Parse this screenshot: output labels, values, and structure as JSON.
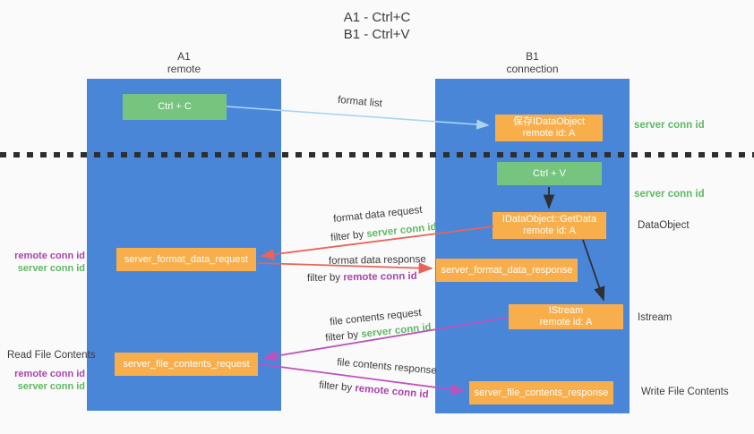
{
  "title": {
    "line1": "A1 - Ctrl+C",
    "line2": "B1 - Ctrl+V"
  },
  "colors": {
    "column_blue": "#4a86d8",
    "box_green": "#76c47e",
    "box_orange": "#f9ae4c",
    "arrow_red": "#e8635a",
    "arrow_magenta": "#bb53bd",
    "arrow_lightblue": "#a9d4f0",
    "arrow_black": "#2f2f2f",
    "text_green": "#5fb863",
    "text_purple": "#a944ad"
  },
  "left_column": {
    "title": "A1",
    "subtitle": "remote"
  },
  "right_column": {
    "title": "B1",
    "subtitle": "connection"
  },
  "boxes": {
    "ctrl_c": {
      "label": "Ctrl + C"
    },
    "ctrl_v": {
      "label": "Ctrl + V"
    },
    "save_dataobject": {
      "line1": "保存IDataObject",
      "line2": "remote id: A"
    },
    "getdata": {
      "line1": "IDataObject::GetData",
      "line2": "remote id: A"
    },
    "istream": {
      "line1": "IStream",
      "line2": "remote id: A"
    },
    "server_format_data_request": {
      "label": "server_format_data_request"
    },
    "server_format_data_response": {
      "label": "server_format_data_response"
    },
    "server_file_contents_request": {
      "label": "server_file_contents_request"
    },
    "server_file_contents_response": {
      "label": "server_file_contents_response"
    }
  },
  "arrow_labels": {
    "format_list": "format list",
    "format_data_request": "format data request",
    "format_data_response": "format data response",
    "file_contents_request": "file contents request",
    "file_contents_response": "file contents response",
    "filter_by": "filter by",
    "server_conn_id": "server conn id",
    "remote_conn_id": "remote conn id"
  },
  "side_labels": {
    "server_conn_id_top": "server conn id",
    "server_conn_id_mid": "server conn id",
    "dataobject": "DataObject",
    "istream": "Istream",
    "write_file_contents": "Write File Contents",
    "read_file_contents": "Read File Contents",
    "mid_left": {
      "remote_conn_id": "remote conn id",
      "server_conn_id": "server conn id"
    },
    "bottom_left": {
      "remote_conn_id": "remote conn id",
      "server_conn_id": "server conn id"
    }
  }
}
